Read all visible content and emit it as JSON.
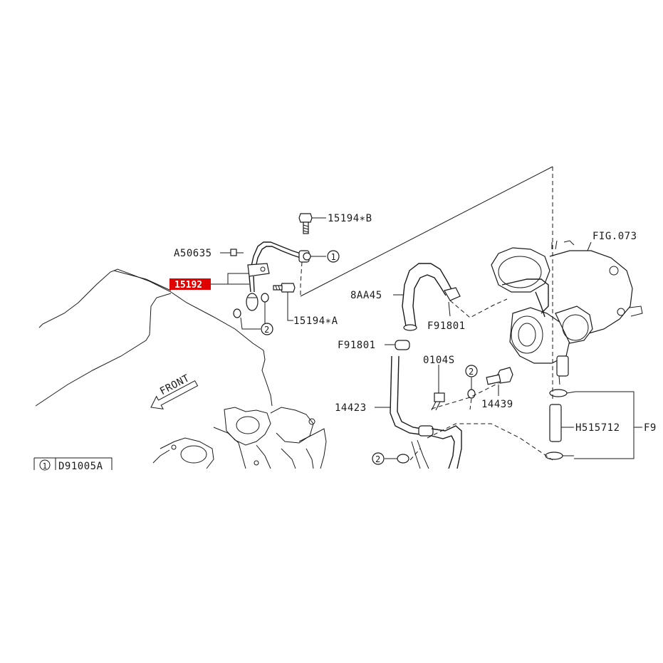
{
  "diagram": {
    "highlight_color": "#e00000",
    "labels": {
      "part_15192": "15192",
      "part_15194_b": "15194∗B",
      "part_15194_a": "15194∗A",
      "part_a50635": "A50635",
      "ref_1": "1",
      "ref_2_top": "2",
      "ref_2_mid": "2",
      "ref_2_bottom": "2",
      "part_8aa45": "8AA45",
      "part_f91801_right": "F91801",
      "part_f91801_left": "F91801",
      "part_0104s": "0104S",
      "part_14423": "14423",
      "part_14439": "14439",
      "part_h515712": "H515712",
      "part_f9_cut": "F9",
      "fig_073": "FIG.073",
      "front_arrow": "FRONT",
      "legend_ref": "1",
      "legend_code": "D91005A"
    }
  }
}
